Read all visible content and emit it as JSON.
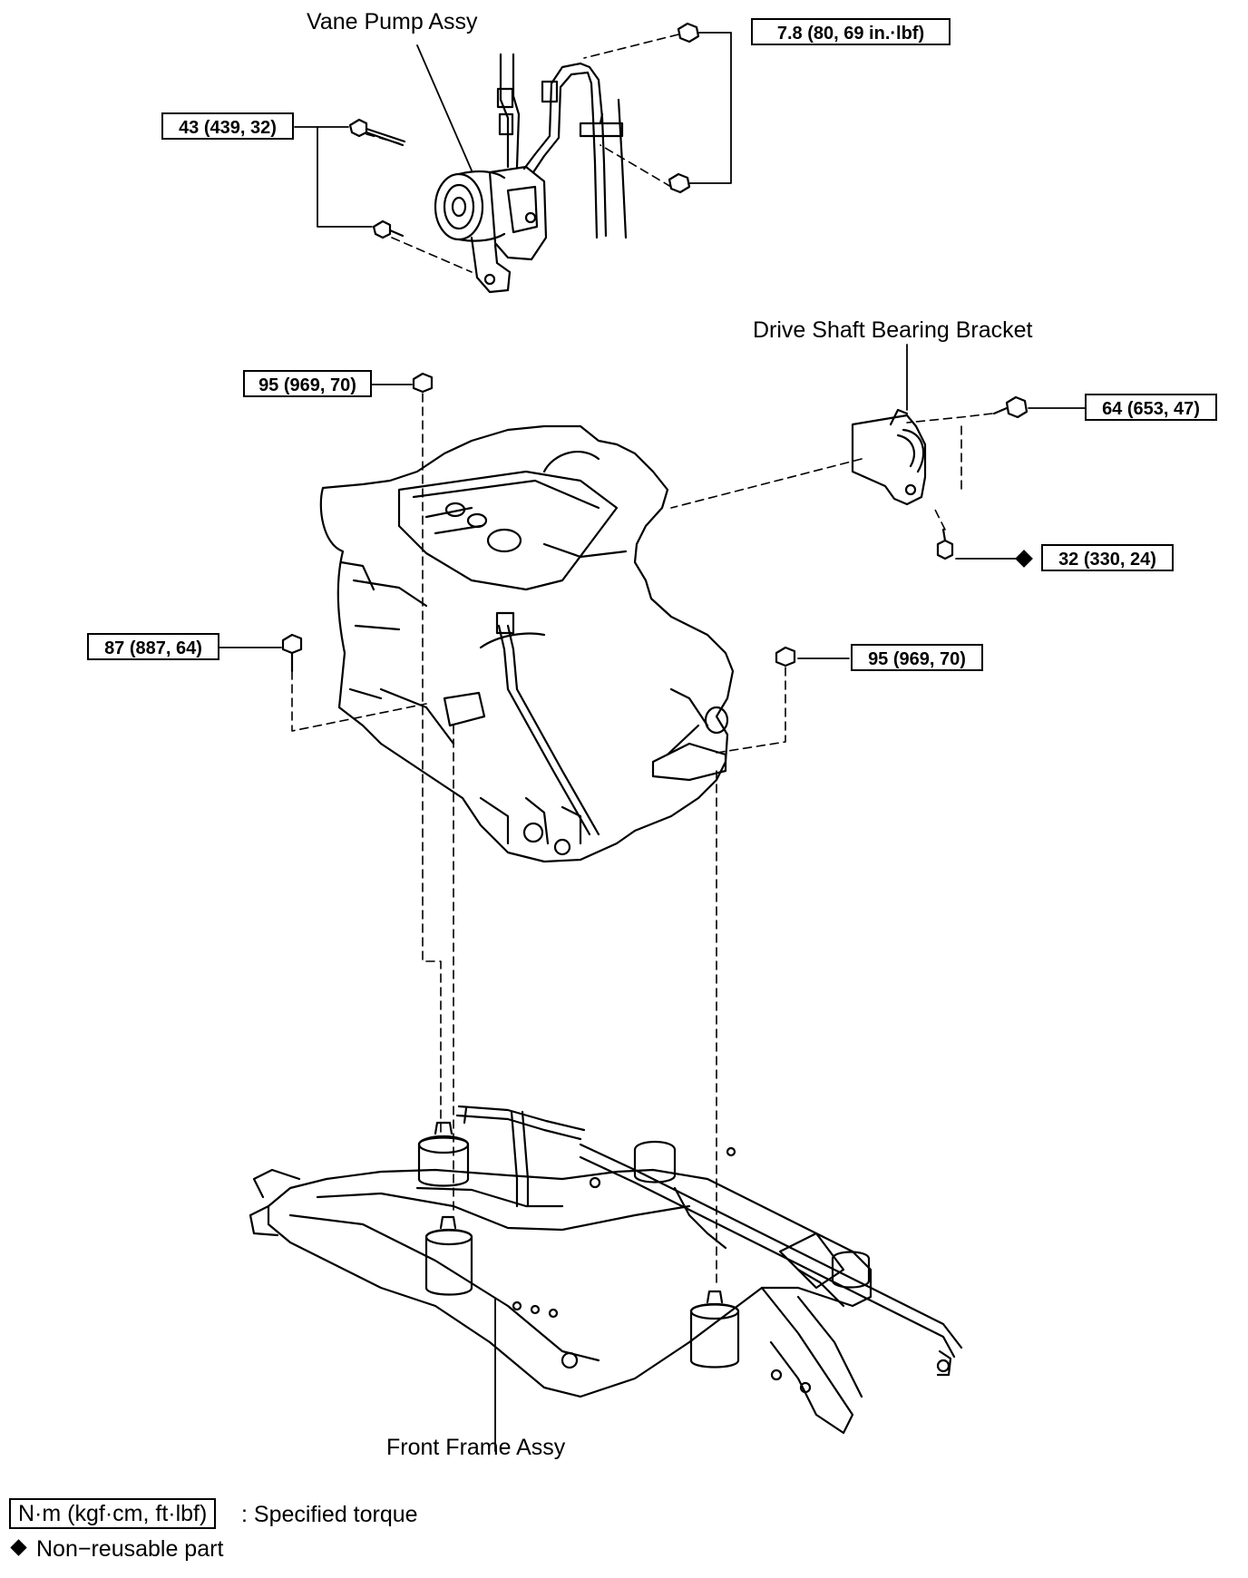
{
  "labels": {
    "vane_pump": "Vane Pump Assy",
    "drive_shaft_bracket": "Drive Shaft Bearing Bracket",
    "front_frame": "Front Frame Assy"
  },
  "torques": {
    "pipe_nuts": "7.8 (80, 69 in.·lbf)",
    "pump_bolts": "43 (439, 32)",
    "top_left_nut": "95 (969, 70)",
    "bracket_bolt": "64 (653, 47)",
    "bracket_lower_bolt": "32 (330, 24)",
    "left_mount_bolt": "87 (887, 64)",
    "right_mount_nut": "95 (969, 70)"
  },
  "legend": {
    "unit": "N·m (kgf·cm, ft·lbf)",
    "unit_desc": ": Specified torque",
    "non_reusable": "Non−reusable part"
  }
}
